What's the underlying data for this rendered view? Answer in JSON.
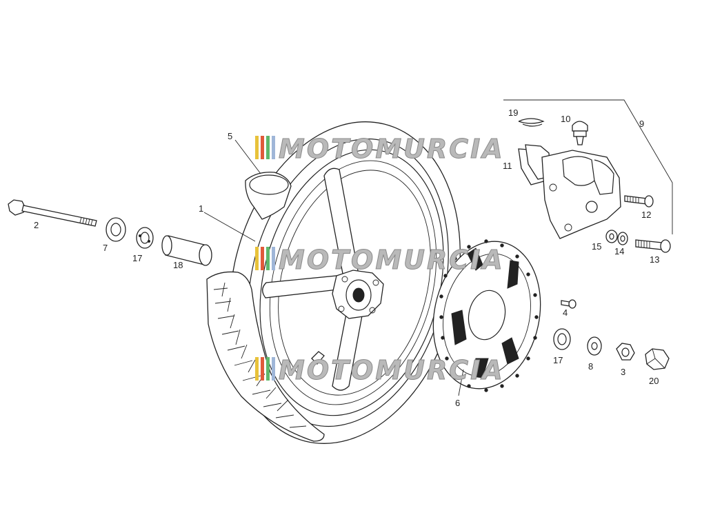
{
  "watermark": {
    "text": "MOTOMURCIA",
    "stripe_colors": [
      "#e8c23a",
      "#e05a3a",
      "#5fb86a",
      "#9fb6d8"
    ],
    "text_color": "#b9b9b9",
    "outline_color": "#8a8a8a"
  },
  "callouts": {
    "c1": "1",
    "c2": "2",
    "c3": "3",
    "c4": "4",
    "c5": "5",
    "c6": "6",
    "c7": "7",
    "c8": "8",
    "c9": "9",
    "c10": "10",
    "c11": "11",
    "c12": "12",
    "c13": "13",
    "c14": "14",
    "c15": "15",
    "c17a": "17",
    "c17b": "17",
    "c18": "18",
    "c19": "19",
    "c20": "20"
  }
}
